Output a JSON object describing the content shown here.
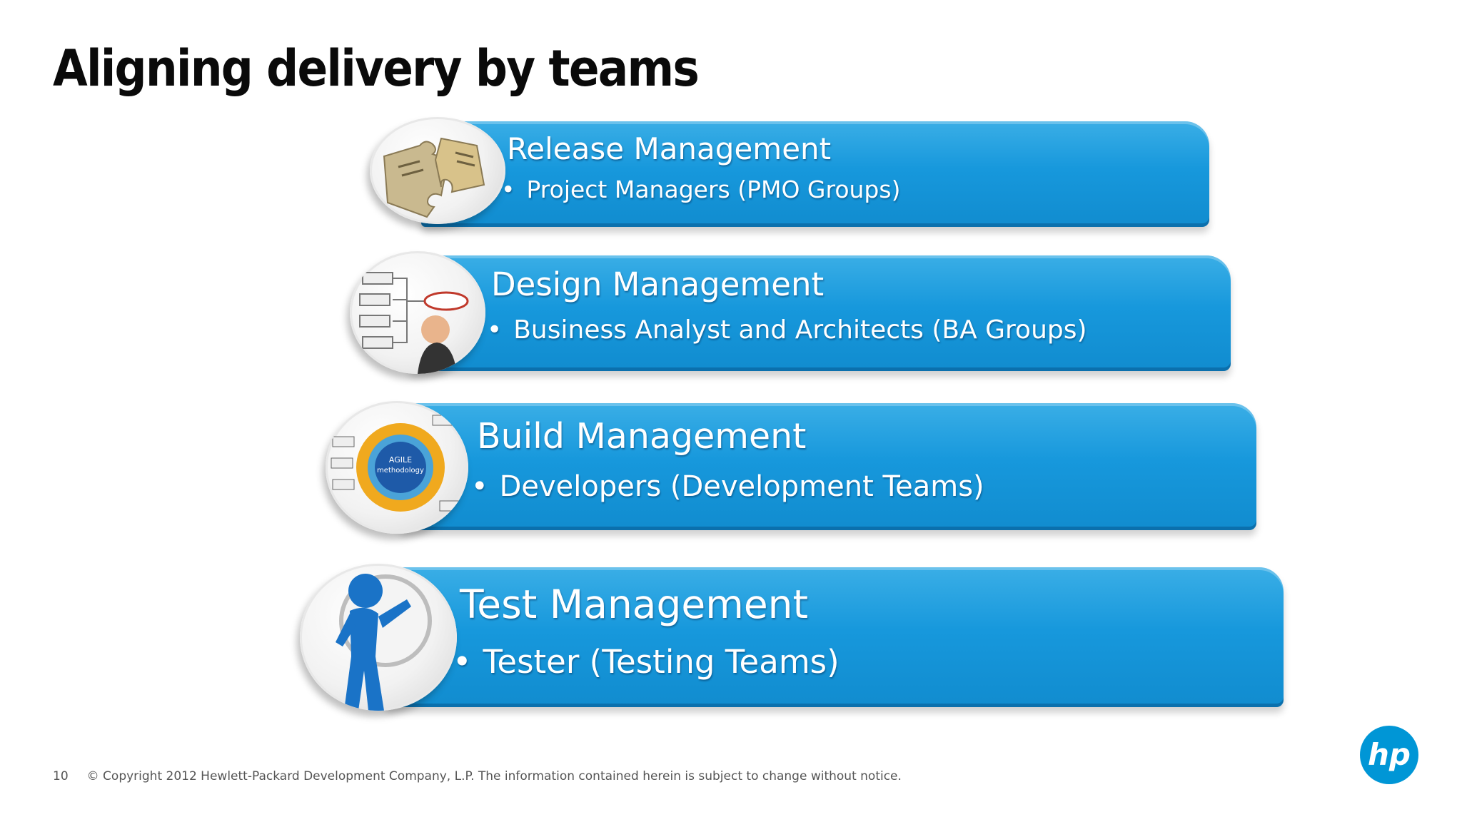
{
  "title": "Aligning delivery by teams",
  "banners": [
    {
      "heading": "Release Management",
      "bullet": "Project Managers (PMO Groups)",
      "icon": "puzzle-pieces-icon"
    },
    {
      "heading": "Design Management",
      "bullet": "Business Analyst and Architects  (BA Groups)",
      "icon": "flowchart-person-icon"
    },
    {
      "heading": "Build Management",
      "bullet": "Developers (Development Teams)",
      "icon": "agile-methodology-icon"
    },
    {
      "heading": "Test Management",
      "bullet": "Tester (Testing Teams)",
      "icon": "magnifier-figure-icon"
    }
  ],
  "footer": {
    "page_number": "10",
    "copyright": "© Copyright 2012 Hewlett-Packard Development Company, L.P.  The information contained herein is subject to change without notice."
  },
  "logo": {
    "text": "hp",
    "color": "#0096d6"
  },
  "colors": {
    "banner": "#1798dc",
    "title": "#0a0a0a"
  }
}
